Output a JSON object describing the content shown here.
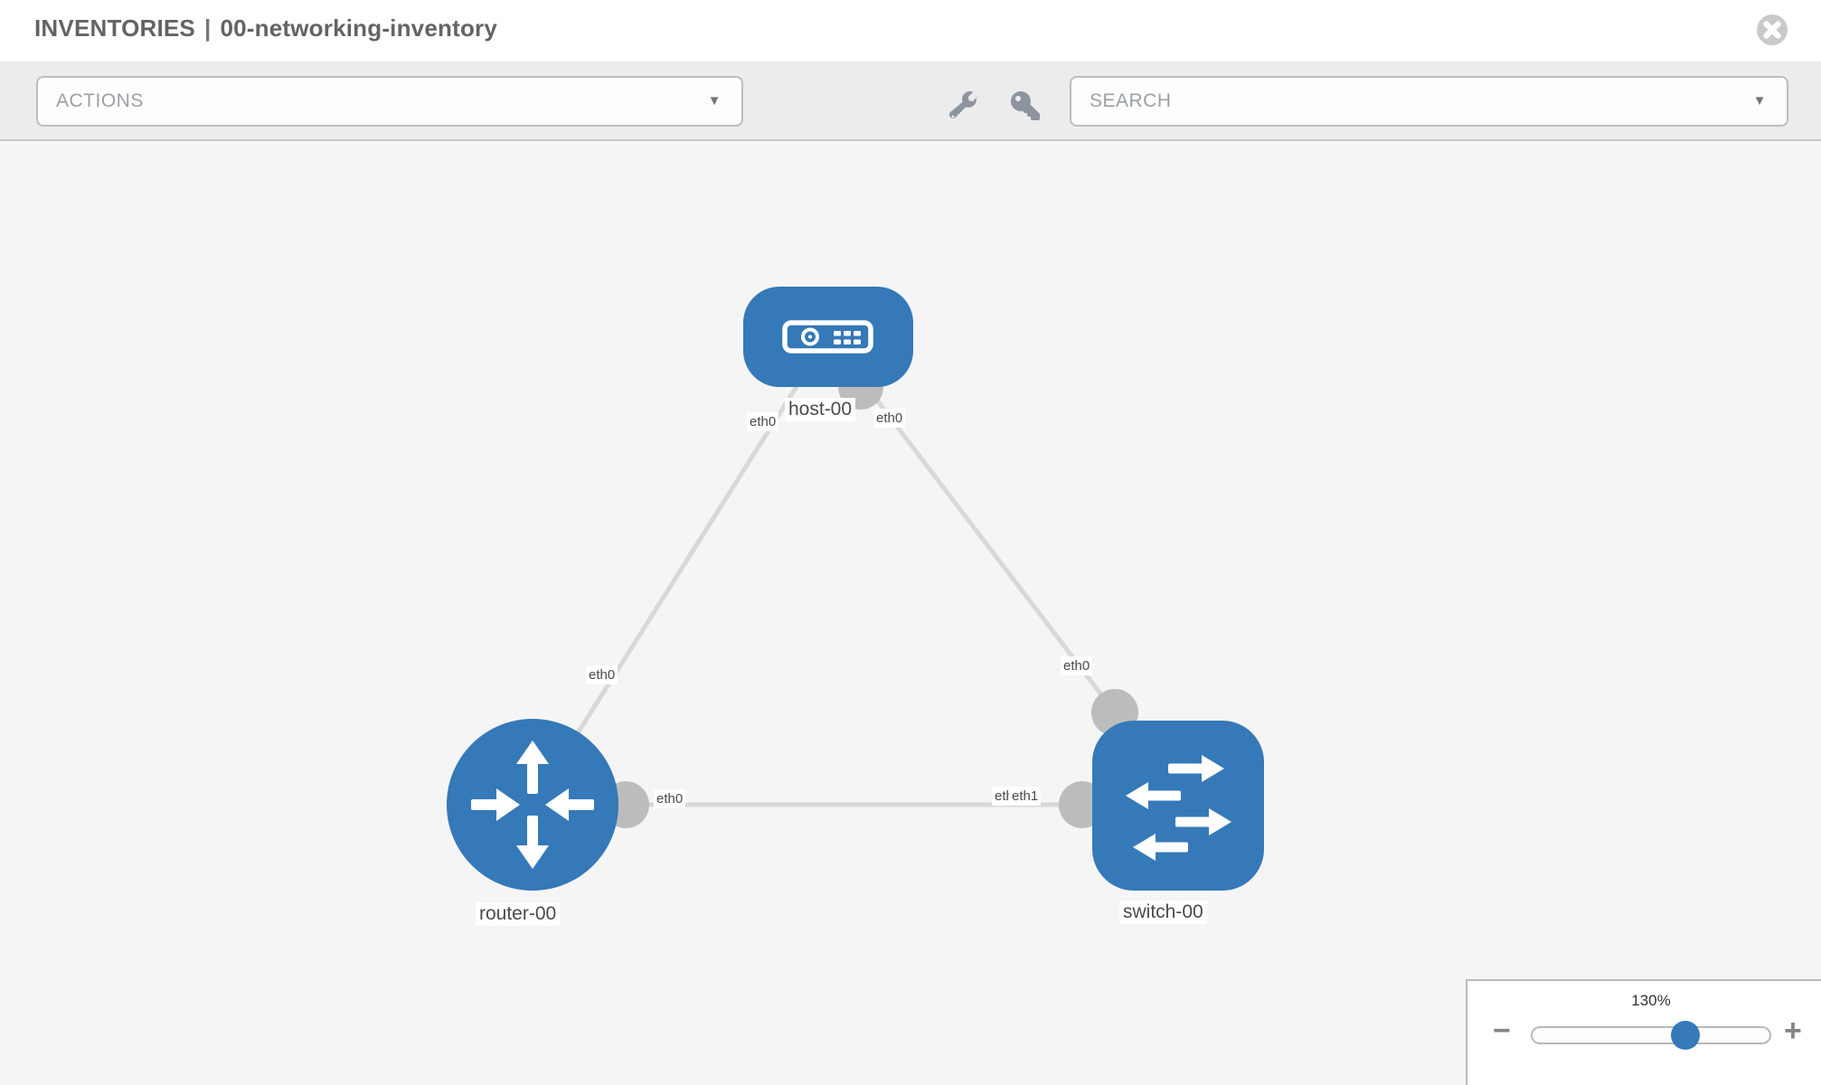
{
  "header": {
    "title_section": "INVENTORIES",
    "title_divider": "|",
    "title_name": "00-networking-inventory"
  },
  "toolbar": {
    "actions_placeholder": "ACTIONS",
    "search_placeholder": "SEARCH",
    "caret_glyph": "▼",
    "icons": [
      "wrench-icon",
      "key-icon"
    ]
  },
  "topology": {
    "nodes": [
      {
        "id": "host-00",
        "type": "host",
        "label": "host-00"
      },
      {
        "id": "router-00",
        "type": "router",
        "label": "router-00"
      },
      {
        "id": "switch-00",
        "type": "switch",
        "label": "switch-00"
      }
    ],
    "links": [
      {
        "from": "host-00",
        "to": "router-00",
        "from_port": "eth0",
        "to_port": "eth0"
      },
      {
        "from": "host-00",
        "to": "switch-00",
        "from_port": "eth0",
        "to_port": "eth0"
      },
      {
        "from": "router-00",
        "to": "switch-00",
        "from_port": "eth0",
        "to_port": "eth1",
        "to_port_remnant": "eth0"
      }
    ]
  },
  "zoom_control": {
    "level": "130%",
    "minus_label": "−",
    "plus_label": "+"
  },
  "colors": {
    "node_blue": "#3579b8",
    "link_gray": "#d8d8d8",
    "connector_gray": "#bcbcbc",
    "toolbar_bg": "#ececec",
    "canvas_bg": "#f5f5f6"
  }
}
